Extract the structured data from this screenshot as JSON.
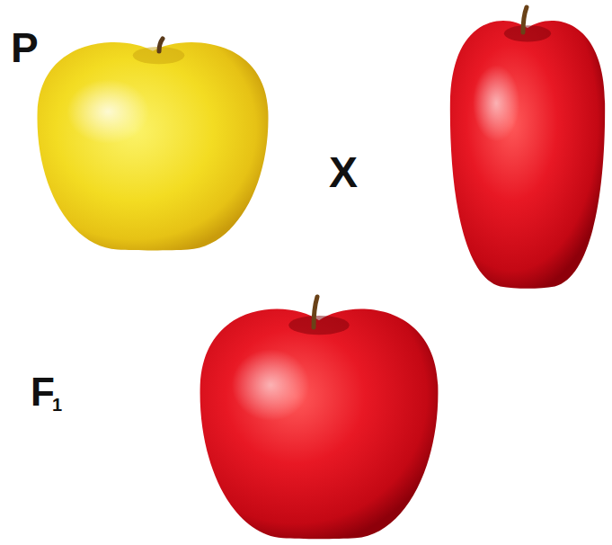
{
  "diagram": {
    "labels": [
      "P",
      "X",
      "F",
      "1"
    ]
  }
}
